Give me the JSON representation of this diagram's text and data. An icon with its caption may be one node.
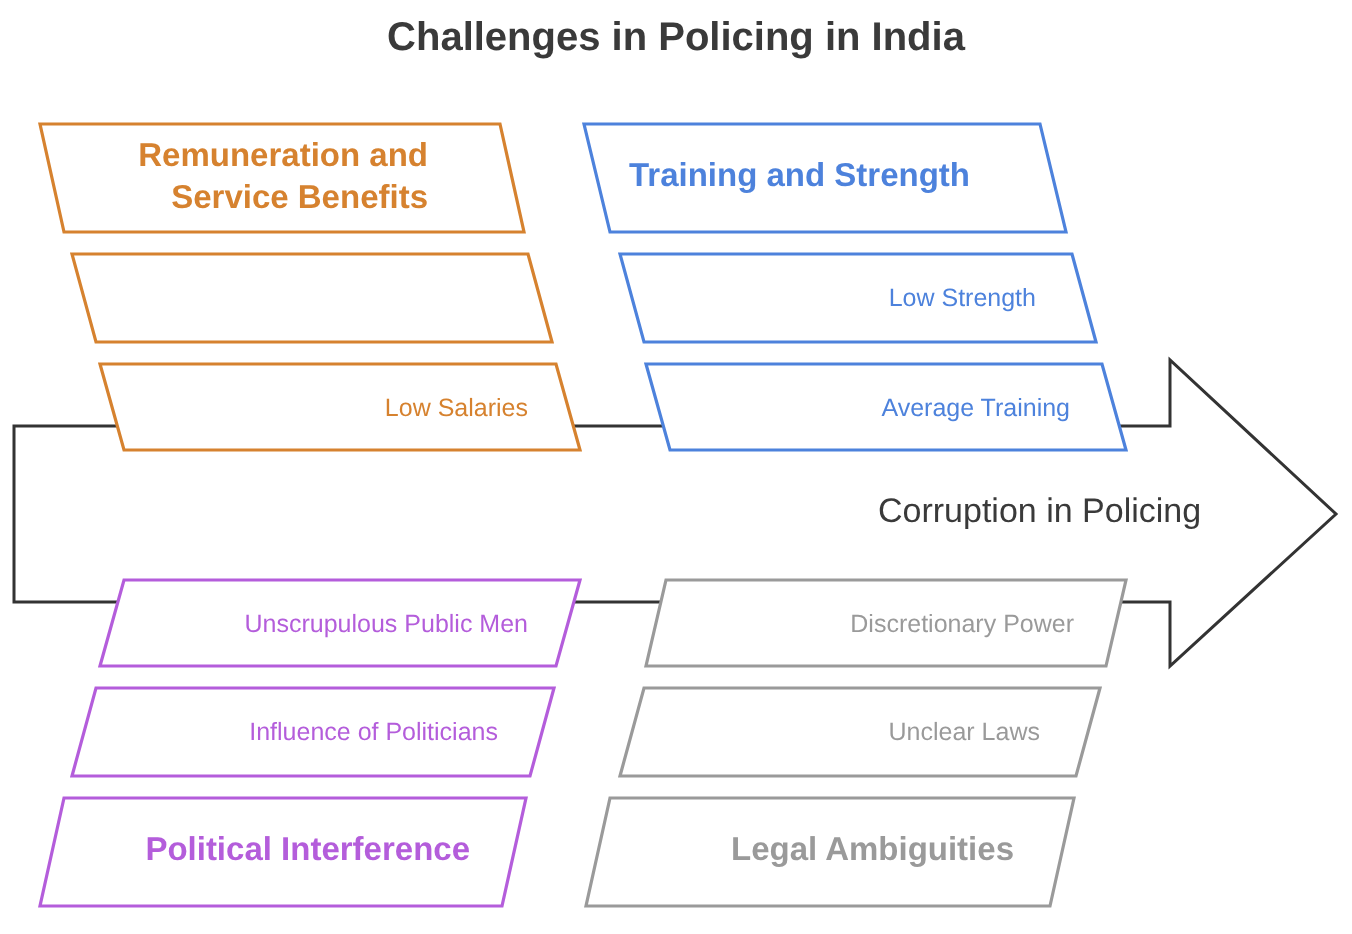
{
  "diagram": {
    "title": "Challenges in Policing in India",
    "nodes": [
      {
        "text": [
          "Remuneration and Service Benefits"
        ]
      },
      {
        "text": [],
        "shape": "parallelogram"
      },
      {
        "text": [
          "Low Salaries"
        ]
      },
      {
        "text": [
          "Training and Strength"
        ]
      },
      {
        "text": [
          "Low Strength"
        ]
      },
      {
        "text": [
          "Average Training"
        ]
      },
      {
        "text": [
          "Corruption in Policing"
        ]
      },
      {
        "text": [
          "Unscrupulous Public Men"
        ]
      },
      {
        "text": [
          "Discretionary Power"
        ]
      },
      {
        "text": [
          "Influence of Politicians"
        ]
      },
      {
        "text": [
          "Unclear Laws"
        ]
      },
      {
        "text": [
          "Political Interference"
        ]
      },
      {
        "text": [
          "Legal Ambiguities"
        ]
      }
    ]
  }
}
